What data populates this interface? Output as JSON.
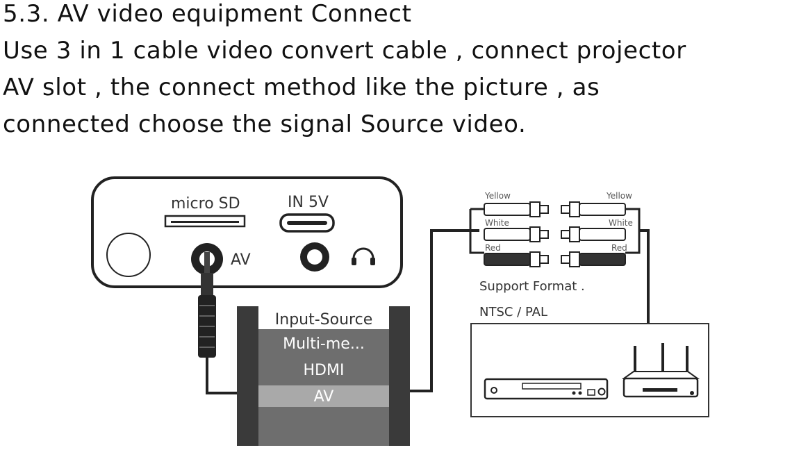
{
  "heading": "5.3.  AV video equipment Connect",
  "body_lines": [
    "Use 3 in 1 cable video convert cable , connect projector",
    "AV slot , the connect method like the picture , as",
    "connected choose the signal Source video."
  ],
  "diagram": {
    "port_labels": {
      "micro_sd": "micro SD",
      "in_5v": "IN 5V",
      "av": "AV"
    },
    "menu": {
      "title": "Input-Source",
      "items": [
        "Multi-me...",
        "HDMI",
        "AV"
      ],
      "selected": "AV"
    },
    "rca_left": [
      "Yellow",
      "White",
      "Red"
    ],
    "rca_right": [
      "Yellow",
      "White",
      "Red"
    ],
    "support_format": "Support Format .",
    "formats": "NTSC / PAL"
  }
}
